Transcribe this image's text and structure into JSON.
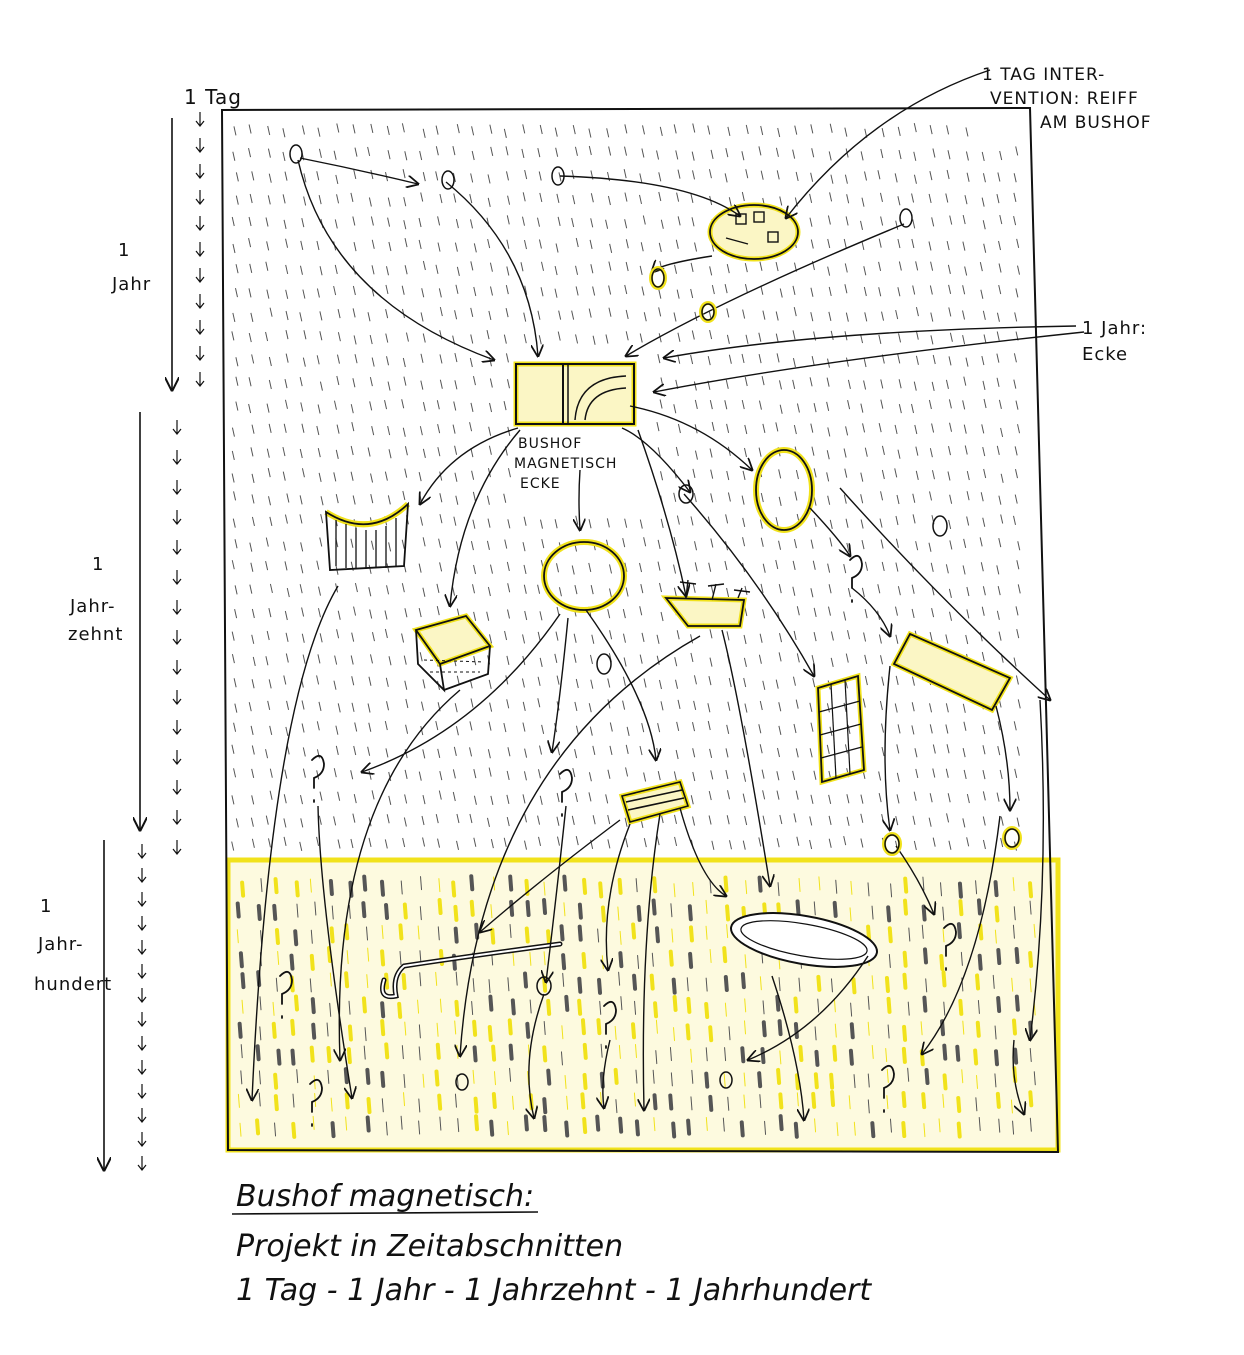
{
  "timeline": {
    "day": "1 Tag",
    "year_num": "1",
    "year": "Jahr",
    "decade_num": "1",
    "decade_1": "Jahr-",
    "decade_2": "zehnt",
    "century_num": "1",
    "century_1": "Jahr-",
    "century_2": "hundert"
  },
  "annotations": {
    "intervention_1": "1 TAG INTER-",
    "intervention_2": "VENTION: REIFF",
    "intervention_3": "AM BUSHOF",
    "corner_1": "1 Jahr:",
    "corner_2": "Ecke",
    "center_1": "BUSHOF",
    "center_2": "MAGNETISCH",
    "center_3": "ECKE"
  },
  "caption": {
    "title": "Bushof magnetisch:",
    "line1": "Projekt in Zeitabschnitten",
    "line2": "1 Tag - 1 Jahr - 1 Jahrzehnt - 1 Jahrhundert"
  },
  "colors": {
    "ink": "#111111",
    "highlight": "#f1e21b"
  }
}
